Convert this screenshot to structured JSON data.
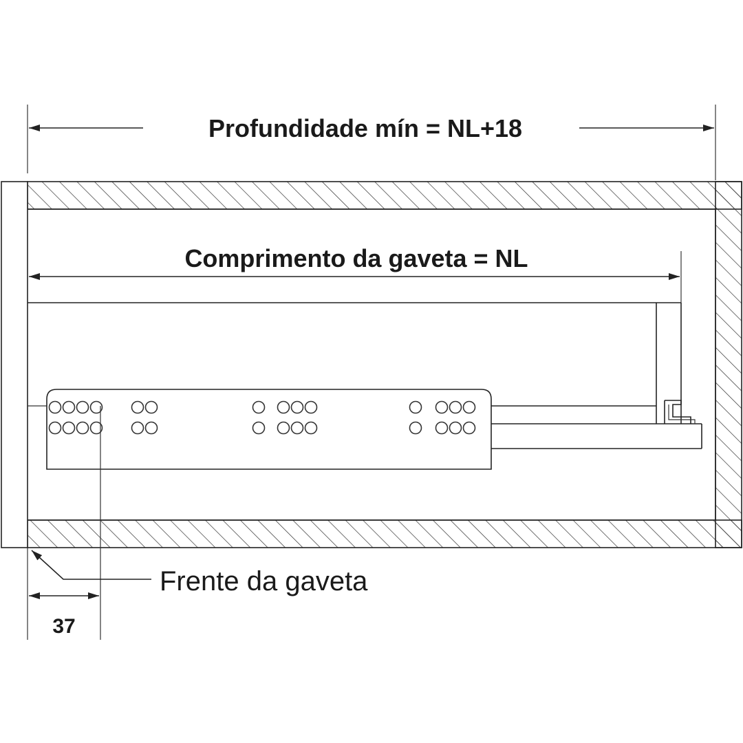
{
  "labels": {
    "depth": "Profundidade mín = NL+18",
    "drawer_length": "Comprimento da gaveta = NL",
    "drawer_front": "Frente da gaveta",
    "offset": "37"
  },
  "colors": {
    "line": "#222222",
    "background": "#ffffff"
  },
  "holes": {
    "rows": 2,
    "groups": [
      {
        "count": 4,
        "overlapping": true
      },
      {
        "count": 2,
        "overlapping": false
      },
      {
        "count": 1,
        "overlapping": false
      },
      {
        "count": 3,
        "overlapping": false
      },
      {
        "count": 1,
        "overlapping": false
      },
      {
        "count": 3,
        "overlapping": false
      }
    ]
  }
}
